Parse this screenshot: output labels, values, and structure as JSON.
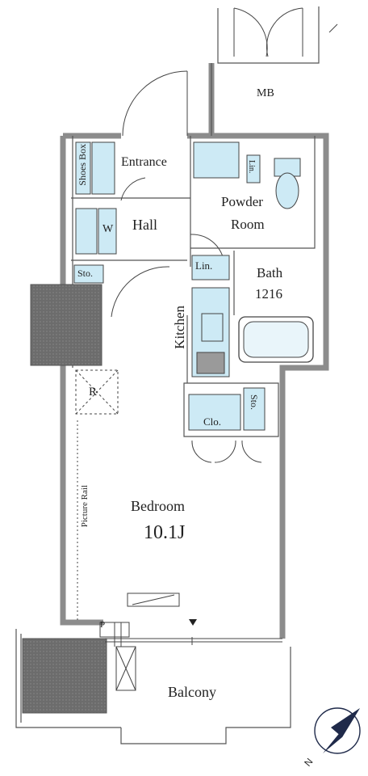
{
  "rooms": {
    "mb": "MB",
    "entrance": "Entrance",
    "shoes_box": "Shoes Box",
    "hall": "Hall",
    "w": "W",
    "powder_room_1": "Powder",
    "powder_room_2": "Room",
    "lin_top": "Lin.",
    "lin_kitchen": "Lin.",
    "sto_hall": "Sto.",
    "bath": "Bath",
    "bath_size": "1216",
    "kitchen": "Kitchen",
    "r": "R",
    "clo": "Clo.",
    "sto_closet": "Sto.",
    "bedroom": "Bedroom",
    "bedroom_size": "10.1J",
    "picture_rail": "Picture Rail",
    "p": "P",
    "balcony": "Balcony"
  },
  "compass": {
    "north": "N"
  },
  "colors": {
    "wall": "#8c8c8c",
    "fixture": "#cdeaf5",
    "hatch": "#9a9a9a",
    "dark_fill": "#7a7a7a",
    "line": "#444444",
    "compass": "#1f2a4a"
  }
}
